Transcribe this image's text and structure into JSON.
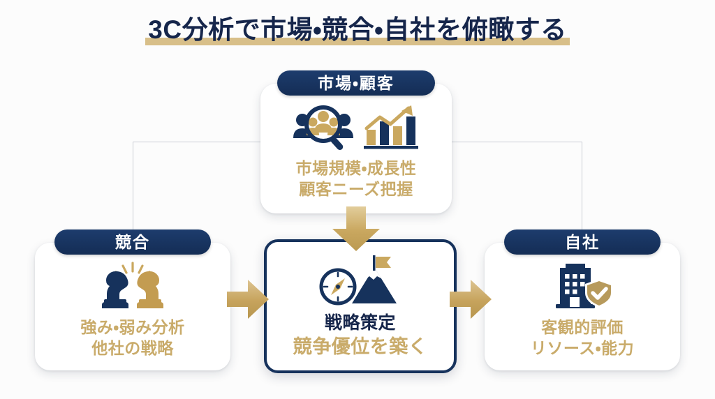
{
  "page": {
    "title": "3C分析で市場・競合・自社を俯瞰する",
    "background_color": "#fcfcfc",
    "navy": "#16325c",
    "gold": "#c9ab6a",
    "underline_color": "#d8bf89"
  },
  "cards": {
    "market": {
      "badge": "市場・顧客",
      "icon": "people-magnifier-bar-chart-icon",
      "line1": "市場規模・成長性",
      "line2": "顧客ニーズ把握"
    },
    "competitor": {
      "badge": "競合",
      "icon": "chess-knights-icon",
      "line1": "強み・弱み分析",
      "line2": "他社の戦略"
    },
    "strategy": {
      "badge": "",
      "icon": "compass-mountain-flag-icon",
      "line1": "戦略策定",
      "line2": "競争優位を築く"
    },
    "company": {
      "badge": "自社",
      "icon": "building-shield-check-icon",
      "line1": "客観的評価",
      "line2": "リソース・能力"
    }
  },
  "arrows": {
    "market_to_strategy": "arrow-down-icon",
    "competitor_to_strategy": "arrow-right-icon",
    "strategy_to_company": "arrow-right-icon"
  }
}
